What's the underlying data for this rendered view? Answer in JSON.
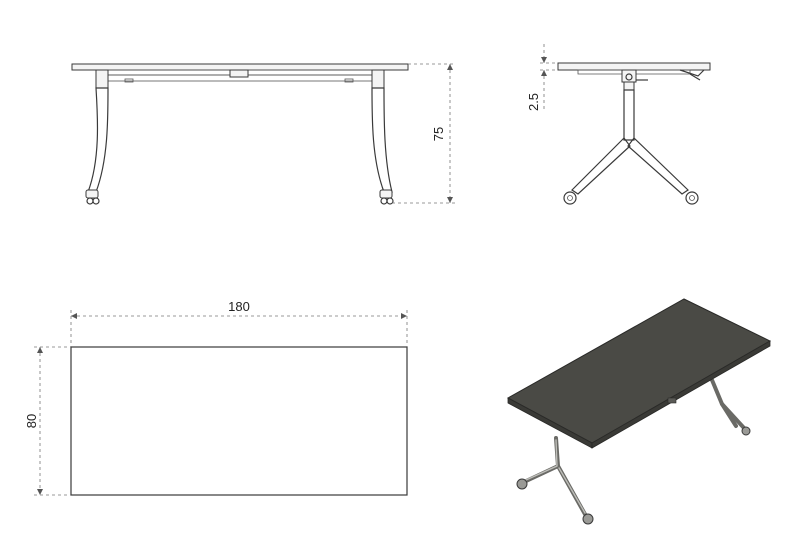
{
  "dimensions": {
    "height_value": "75",
    "top_thickness_value": "2.5",
    "length_value": "180",
    "depth_value": "80"
  },
  "colors": {
    "tabletop": "#4a4a45",
    "frame": "#6a6a66",
    "line": "#3a3a3a"
  }
}
